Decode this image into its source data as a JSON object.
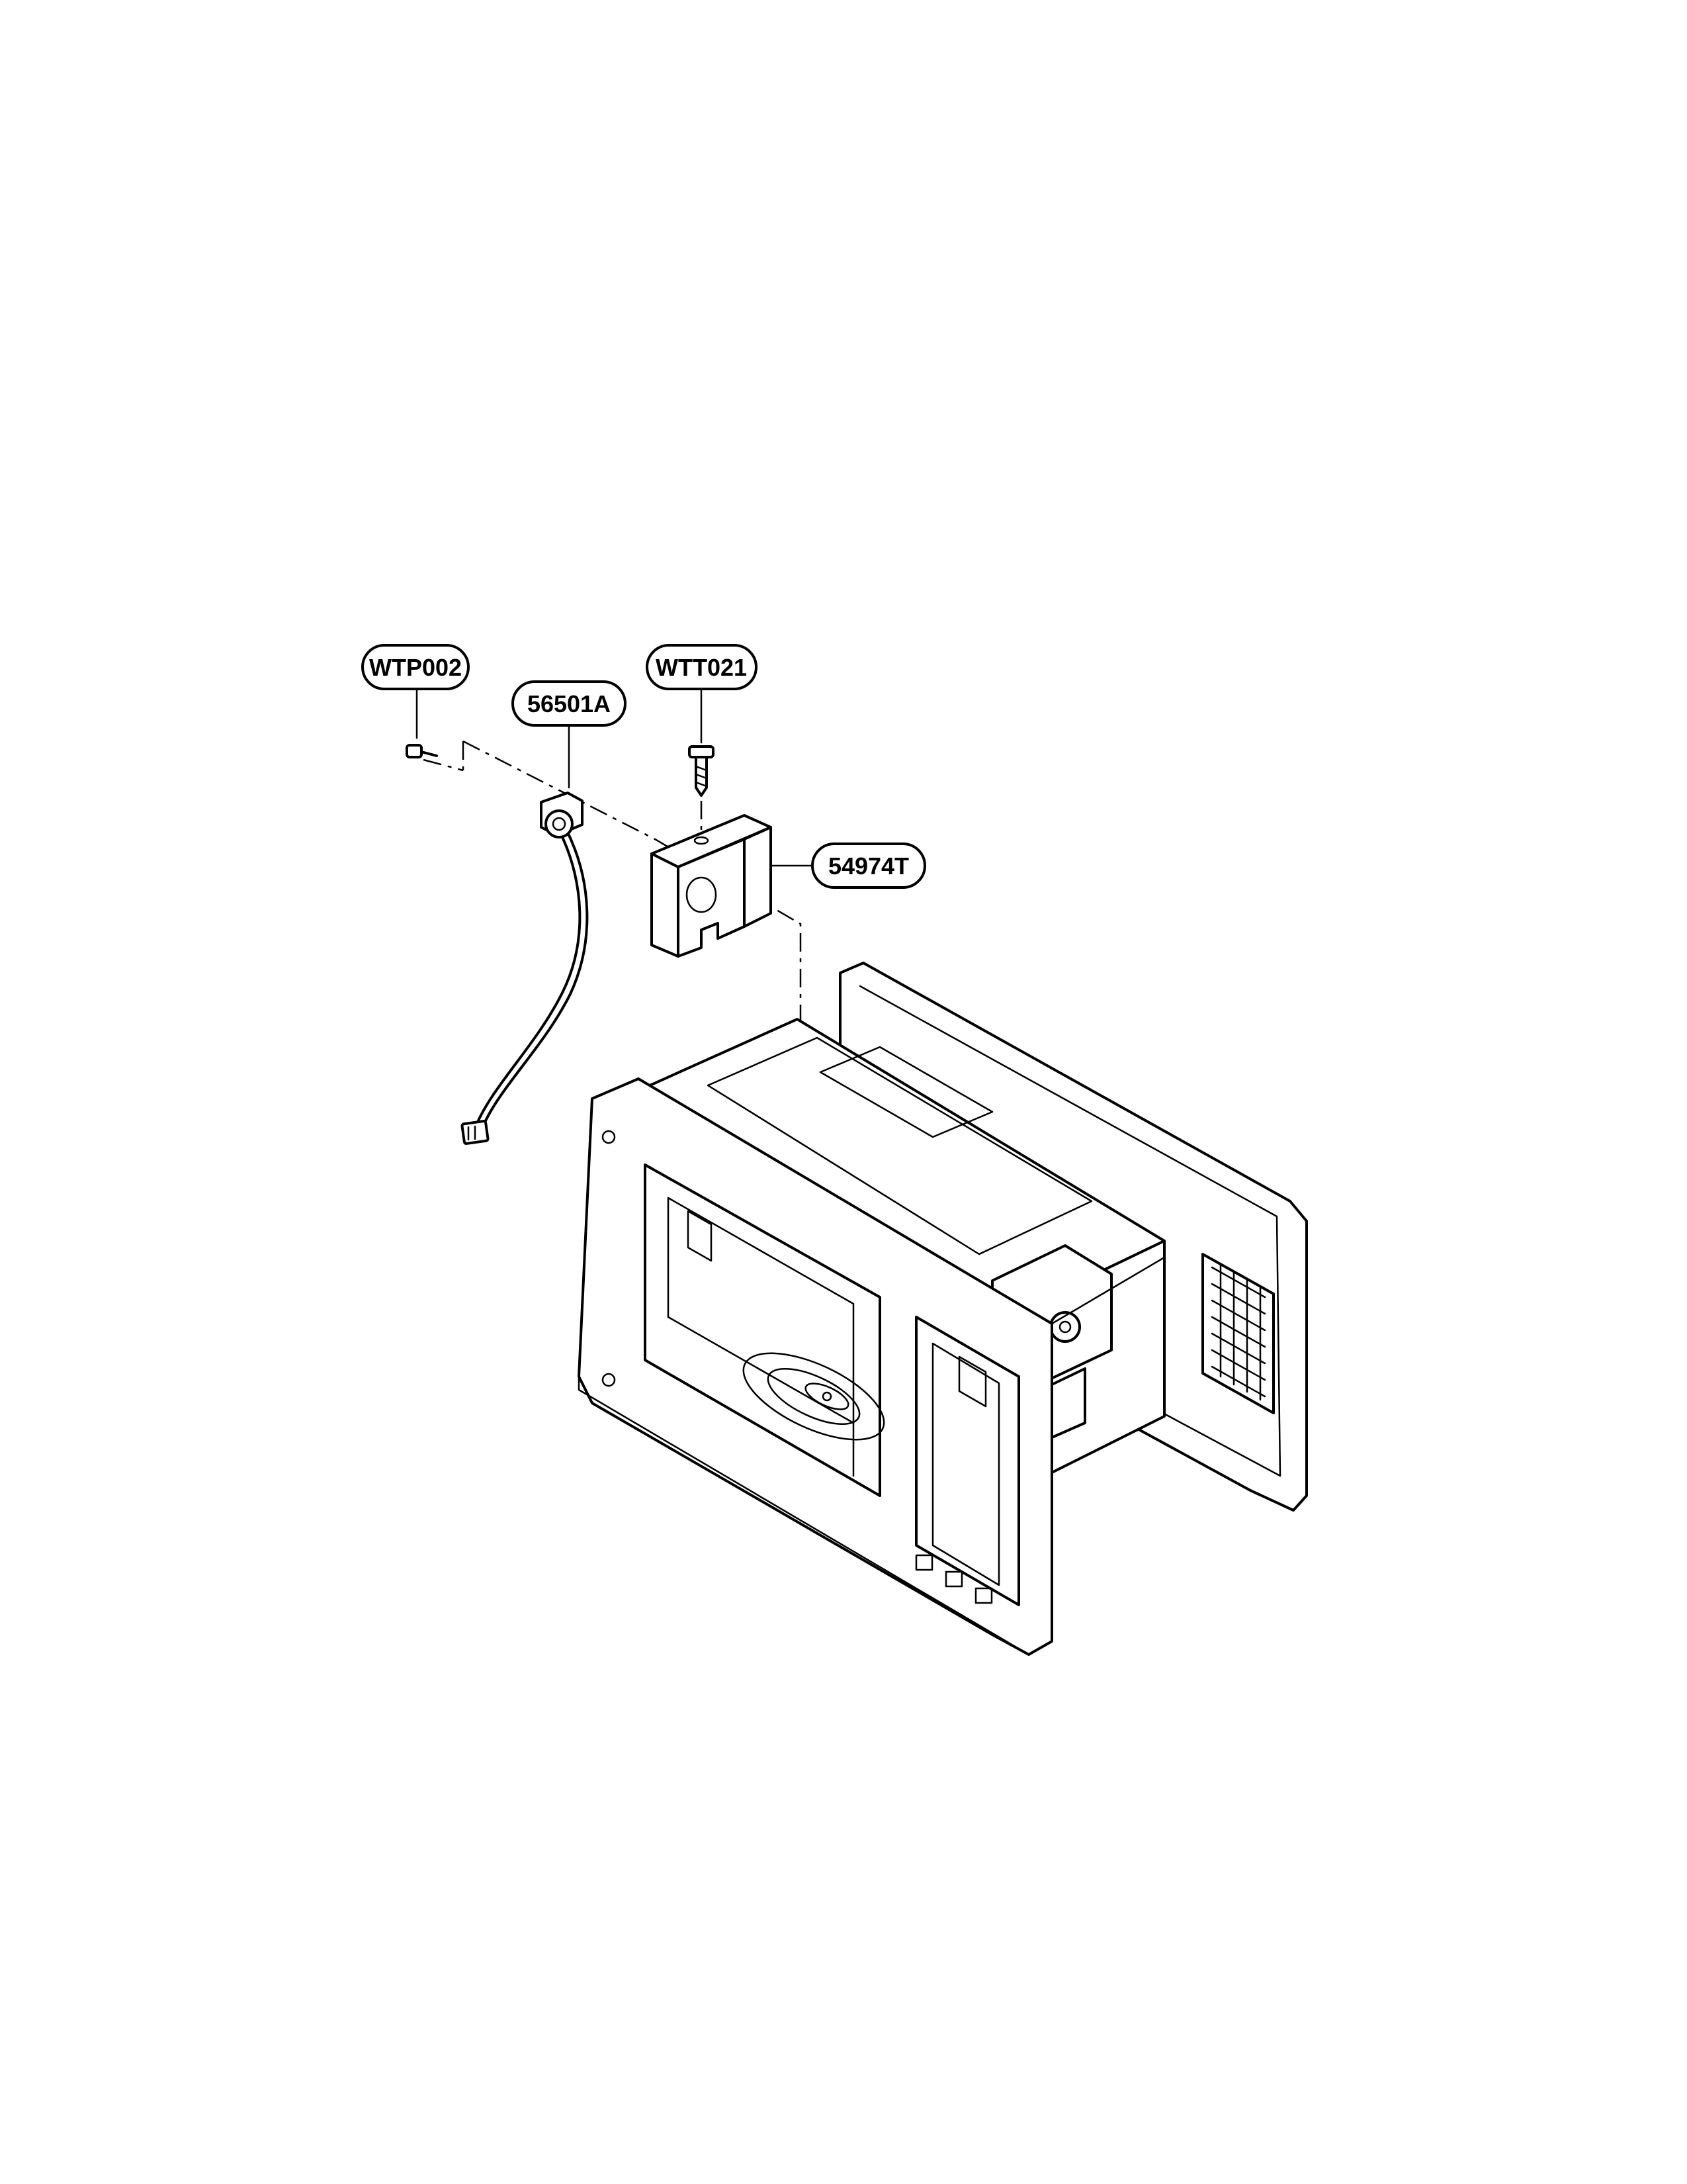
{
  "callouts": [
    {
      "id": "wtp002",
      "label": "WTP002"
    },
    {
      "id": "56501a",
      "label": "56501A"
    },
    {
      "id": "wtt021",
      "label": "WTT021"
    },
    {
      "id": "54974t",
      "label": "54974T"
    }
  ]
}
